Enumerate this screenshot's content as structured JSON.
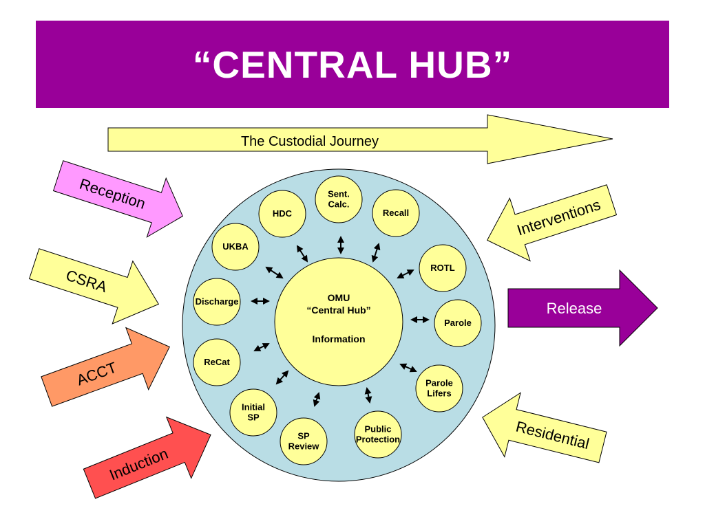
{
  "title": "“CENTRAL HUB”",
  "journey_label": "The Custodial Journey",
  "hub": {
    "line1": "OMU",
    "line2": "“Central Hub”",
    "line3": "Information"
  },
  "nodes": {
    "sent_calc": [
      "Sent.",
      "Calc."
    ],
    "hdc": [
      "HDC"
    ],
    "recall": [
      "Recall"
    ],
    "ukba": [
      "UKBA"
    ],
    "rotl": [
      "ROTL"
    ],
    "discharge": [
      "Discharge"
    ],
    "parole": [
      "Parole"
    ],
    "recat": [
      "ReCat"
    ],
    "parole_lifers": [
      "Parole",
      "Lifers"
    ],
    "initial_sp": [
      "Initial",
      "SP"
    ],
    "sp_review": [
      "SP",
      "Review"
    ],
    "public_protection": [
      "Public",
      "Protection"
    ]
  },
  "side_arrows": {
    "reception": "Reception",
    "csra": "CSRA",
    "acct": "ACCT",
    "induction": "Induction",
    "interventions": "Interventions",
    "release": "Release",
    "residential": "Residential"
  },
  "colors": {
    "title_bg": "#990099",
    "journey_fill": "#ffff99",
    "ring_fill": "#b9dde5",
    "node_fill": "#ffff99",
    "reception_fill": "#ff99ff",
    "csra_fill": "#ffff99",
    "acct_fill": "#ff9966",
    "induction_fill": "#ff5050",
    "interventions_fill": "#ffff99",
    "release_fill": "#990099",
    "residential_fill": "#ffff99"
  }
}
